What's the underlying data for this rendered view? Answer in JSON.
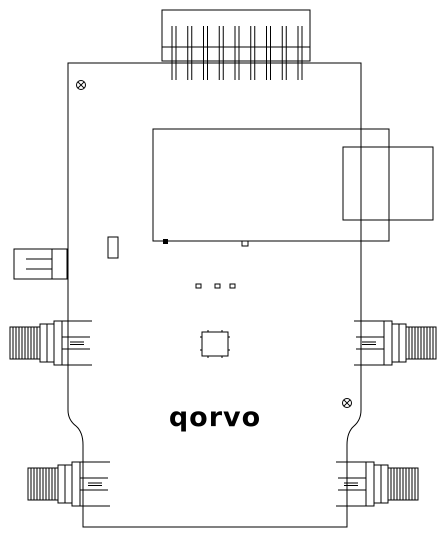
{
  "logo": {
    "text": "qorvo"
  },
  "colors": {
    "line": "#000000",
    "background": "#ffffff"
  },
  "components": {
    "header_pin_count": 9,
    "mounting_holes": 2,
    "sma_connectors": 4,
    "icons": [
      "mounting-hole-icon",
      "sma-connector-icon",
      "pin-header-icon",
      "chip-icon"
    ]
  }
}
